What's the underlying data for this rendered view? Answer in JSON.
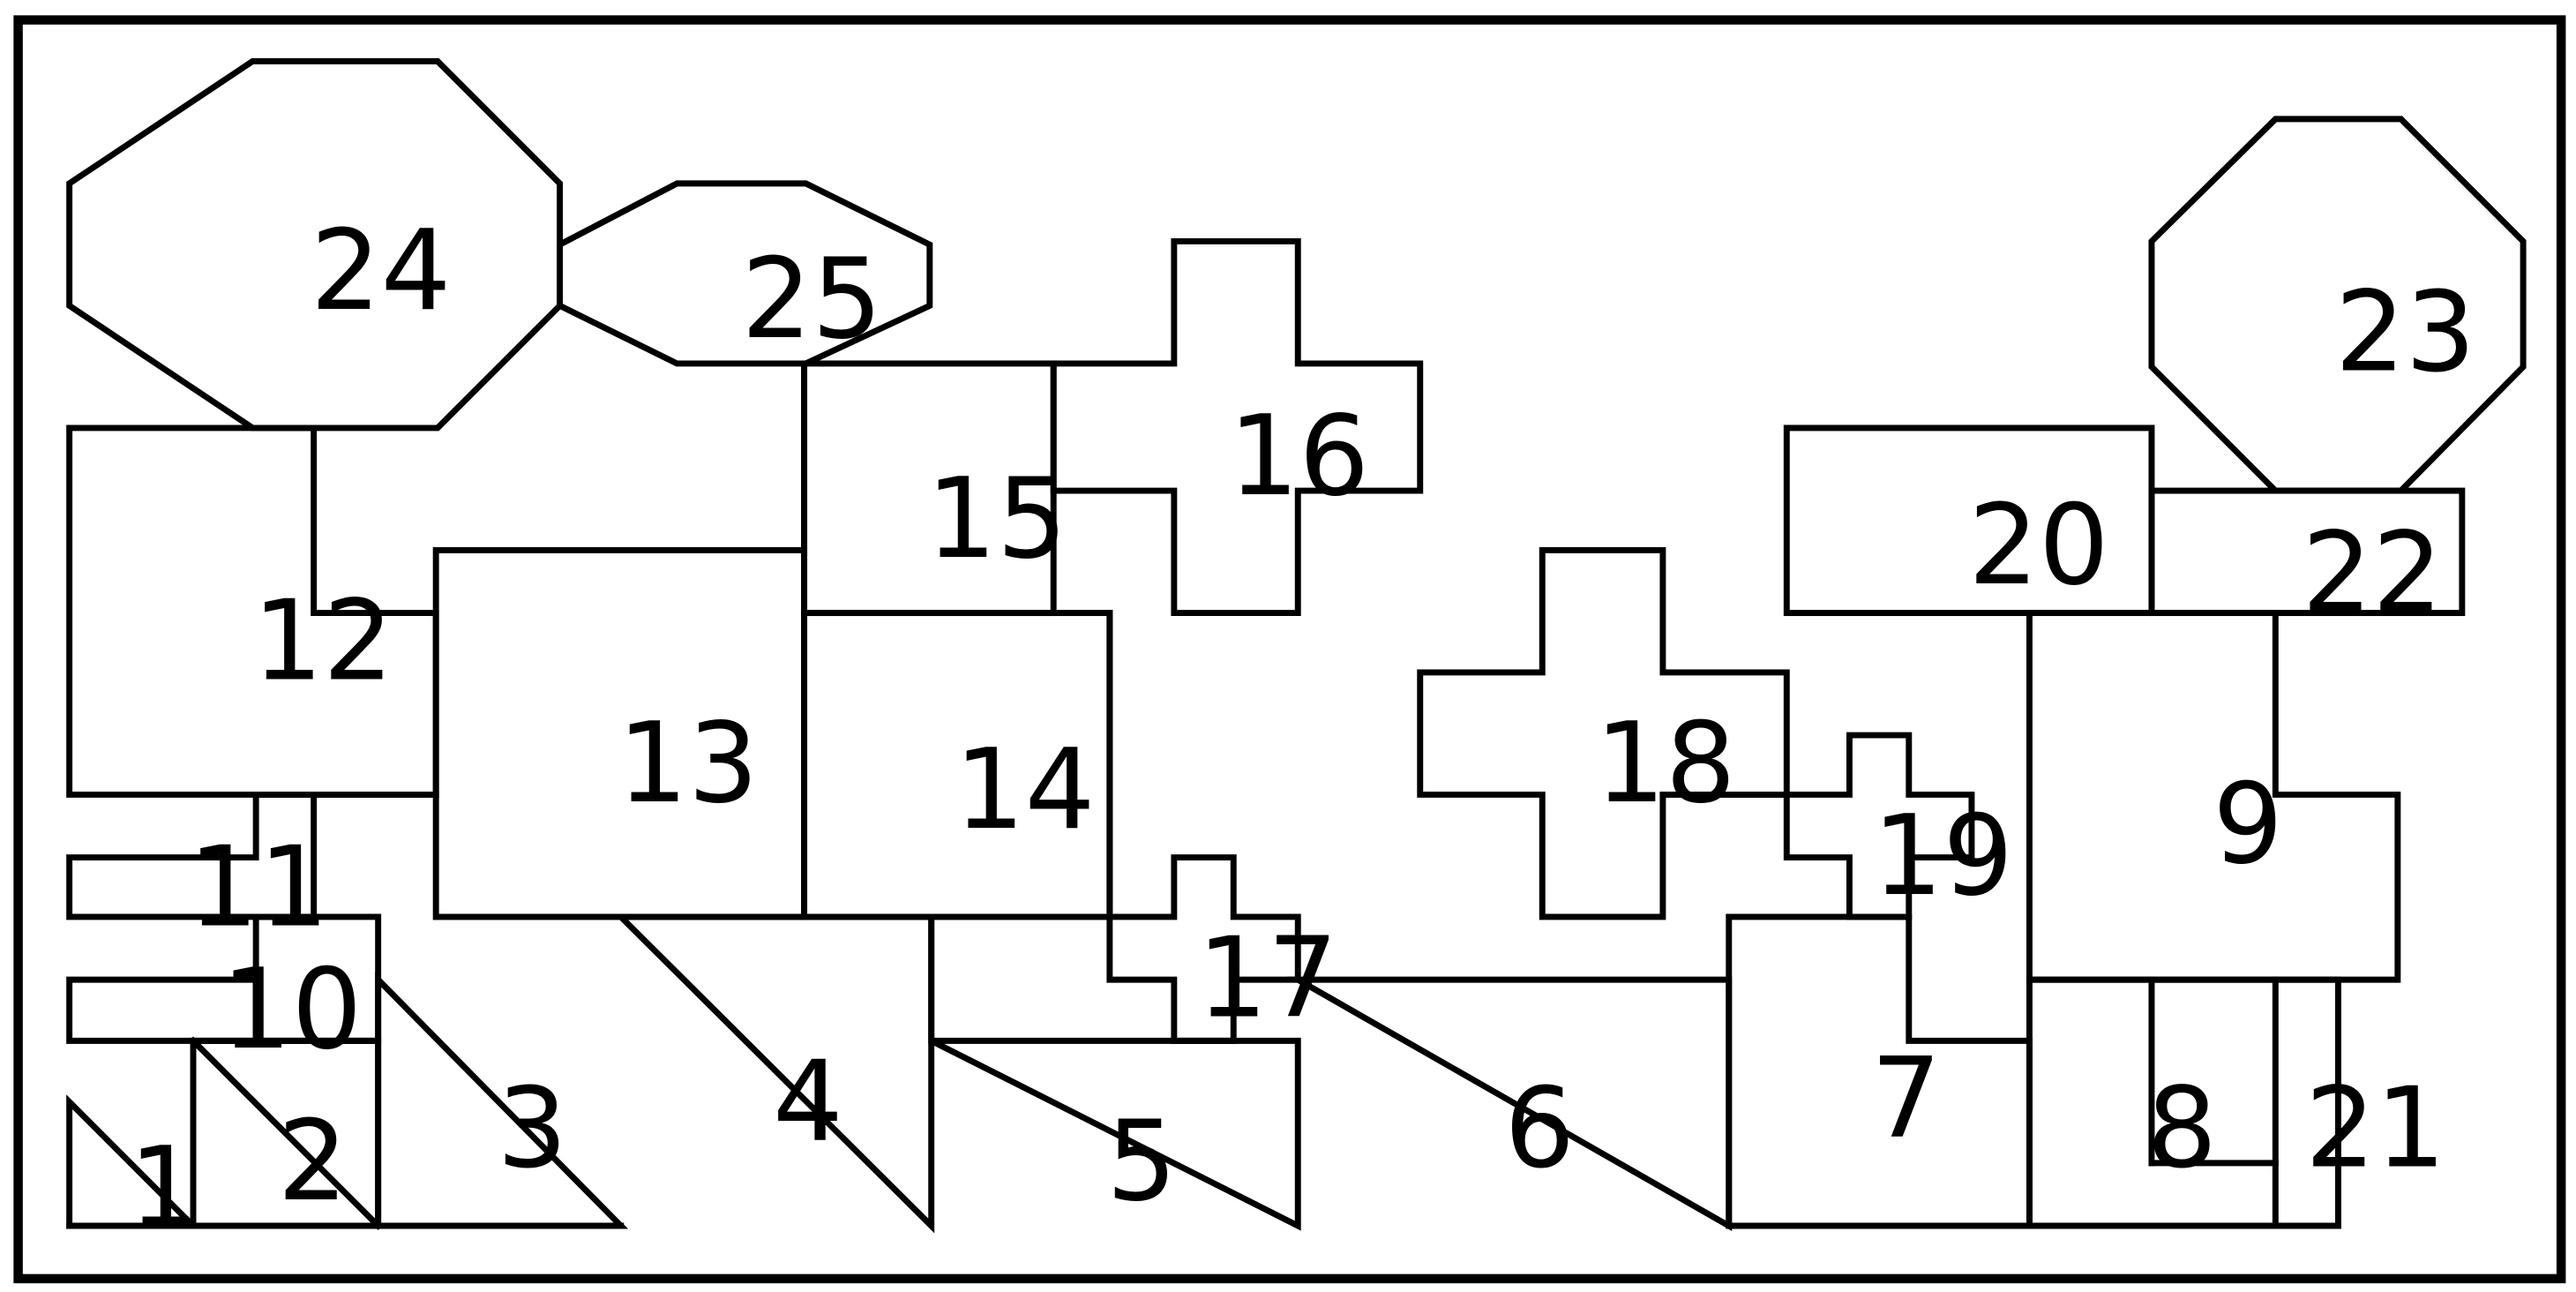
{
  "diagram": {
    "line_color": "#000000",
    "background": "#ffffff",
    "labels": {
      "p1": "1",
      "p2": "2",
      "p3": "3",
      "p4": "4",
      "p5": "5",
      "p6": "6",
      "p7": "7",
      "p8": "8",
      "p9": "9",
      "p10": "10",
      "p11": "11",
      "p12": "12",
      "p13": "13",
      "p14": "14",
      "p15": "15",
      "p16": "16",
      "p17": "17",
      "p18": "18",
      "p19": "19",
      "p20": "20",
      "p21": "21",
      "p22": "22",
      "p23": "23",
      "p24": "24",
      "p25": "25"
    }
  }
}
